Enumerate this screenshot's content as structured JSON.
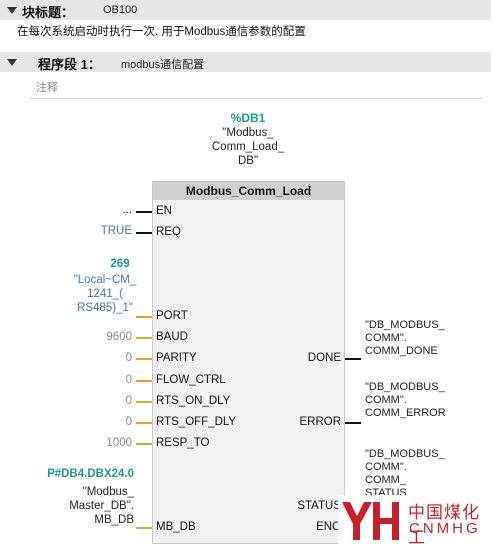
{
  "block": {
    "title_label": "块标题：",
    "title_value": "OB100",
    "comment": "在每次系统启动时执行一次.  用于Modbus通信参数的配置"
  },
  "network": {
    "title_label": "程序段 1：",
    "title_value": "modbus通信配置",
    "comment_placeholder": "注释"
  },
  "instance_db": {
    "address": "%DB1",
    "symbol_lines": [
      "\"Modbus_",
      "Comm_Load_",
      "DB\""
    ]
  },
  "function_block": {
    "name": "Modbus_Comm_Load",
    "inputs": [
      "EN",
      "REQ",
      "PORT",
      "BAUD",
      "PARITY",
      "FLOW_CTRL",
      "RTS_ON_DLY",
      "RTS_OFF_DLY",
      "RESP_TO",
      "MB_DB"
    ],
    "outputs": [
      "DONE",
      "ERROR",
      "STATUS",
      "ENO"
    ]
  },
  "parameters": {
    "en": "...",
    "req": "TRUE",
    "port_value": "269",
    "port_symbol_lines": [
      "\"Local~CM_",
      "1241_(",
      "RS485)_1\""
    ],
    "baud": "9600",
    "parity": "0",
    "flow_ctrl": "0",
    "rts_on_dly": "0",
    "rts_off_dly": "0",
    "resp_to": "1000",
    "mb_db_address": "P#DB4.DBX24.0",
    "mb_db_symbol_lines": [
      "\"Modbus_",
      "Master_DB\".",
      "MB_DB"
    ]
  },
  "output_tags": {
    "done_lines": [
      "\"DB_MODBUS_",
      "COMM\".",
      "COMM_DONE"
    ],
    "error_lines": [
      "\"DB_MODBUS_",
      "COMM\".",
      "COMM_ERROR"
    ],
    "status_lines": [
      "\"DB_MODBUS_",
      "COMM\".",
      "COMM_",
      "STATUS"
    ]
  },
  "logo": {
    "name_cn": "中国煤化工",
    "name_en": "CNMHG"
  },
  "colors": {
    "header_bg": "#e6e6e6",
    "db_accent": "#1a9a8a",
    "constant_blue": "#3a78b8",
    "wire_orange": "#f0a020",
    "logo_red": "#c8202a"
  }
}
